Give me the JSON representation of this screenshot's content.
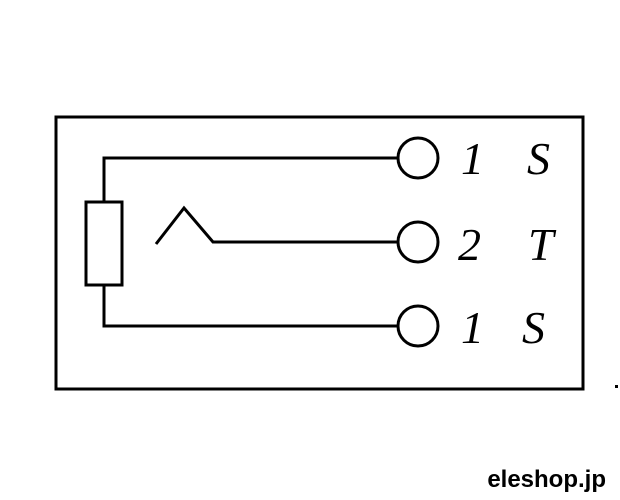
{
  "pins": [
    {
      "number": "1",
      "letter": "S"
    },
    {
      "number": "2",
      "letter": "T"
    },
    {
      "number": "1",
      "letter": "S"
    }
  ],
  "watermark": "eleshop.jp"
}
